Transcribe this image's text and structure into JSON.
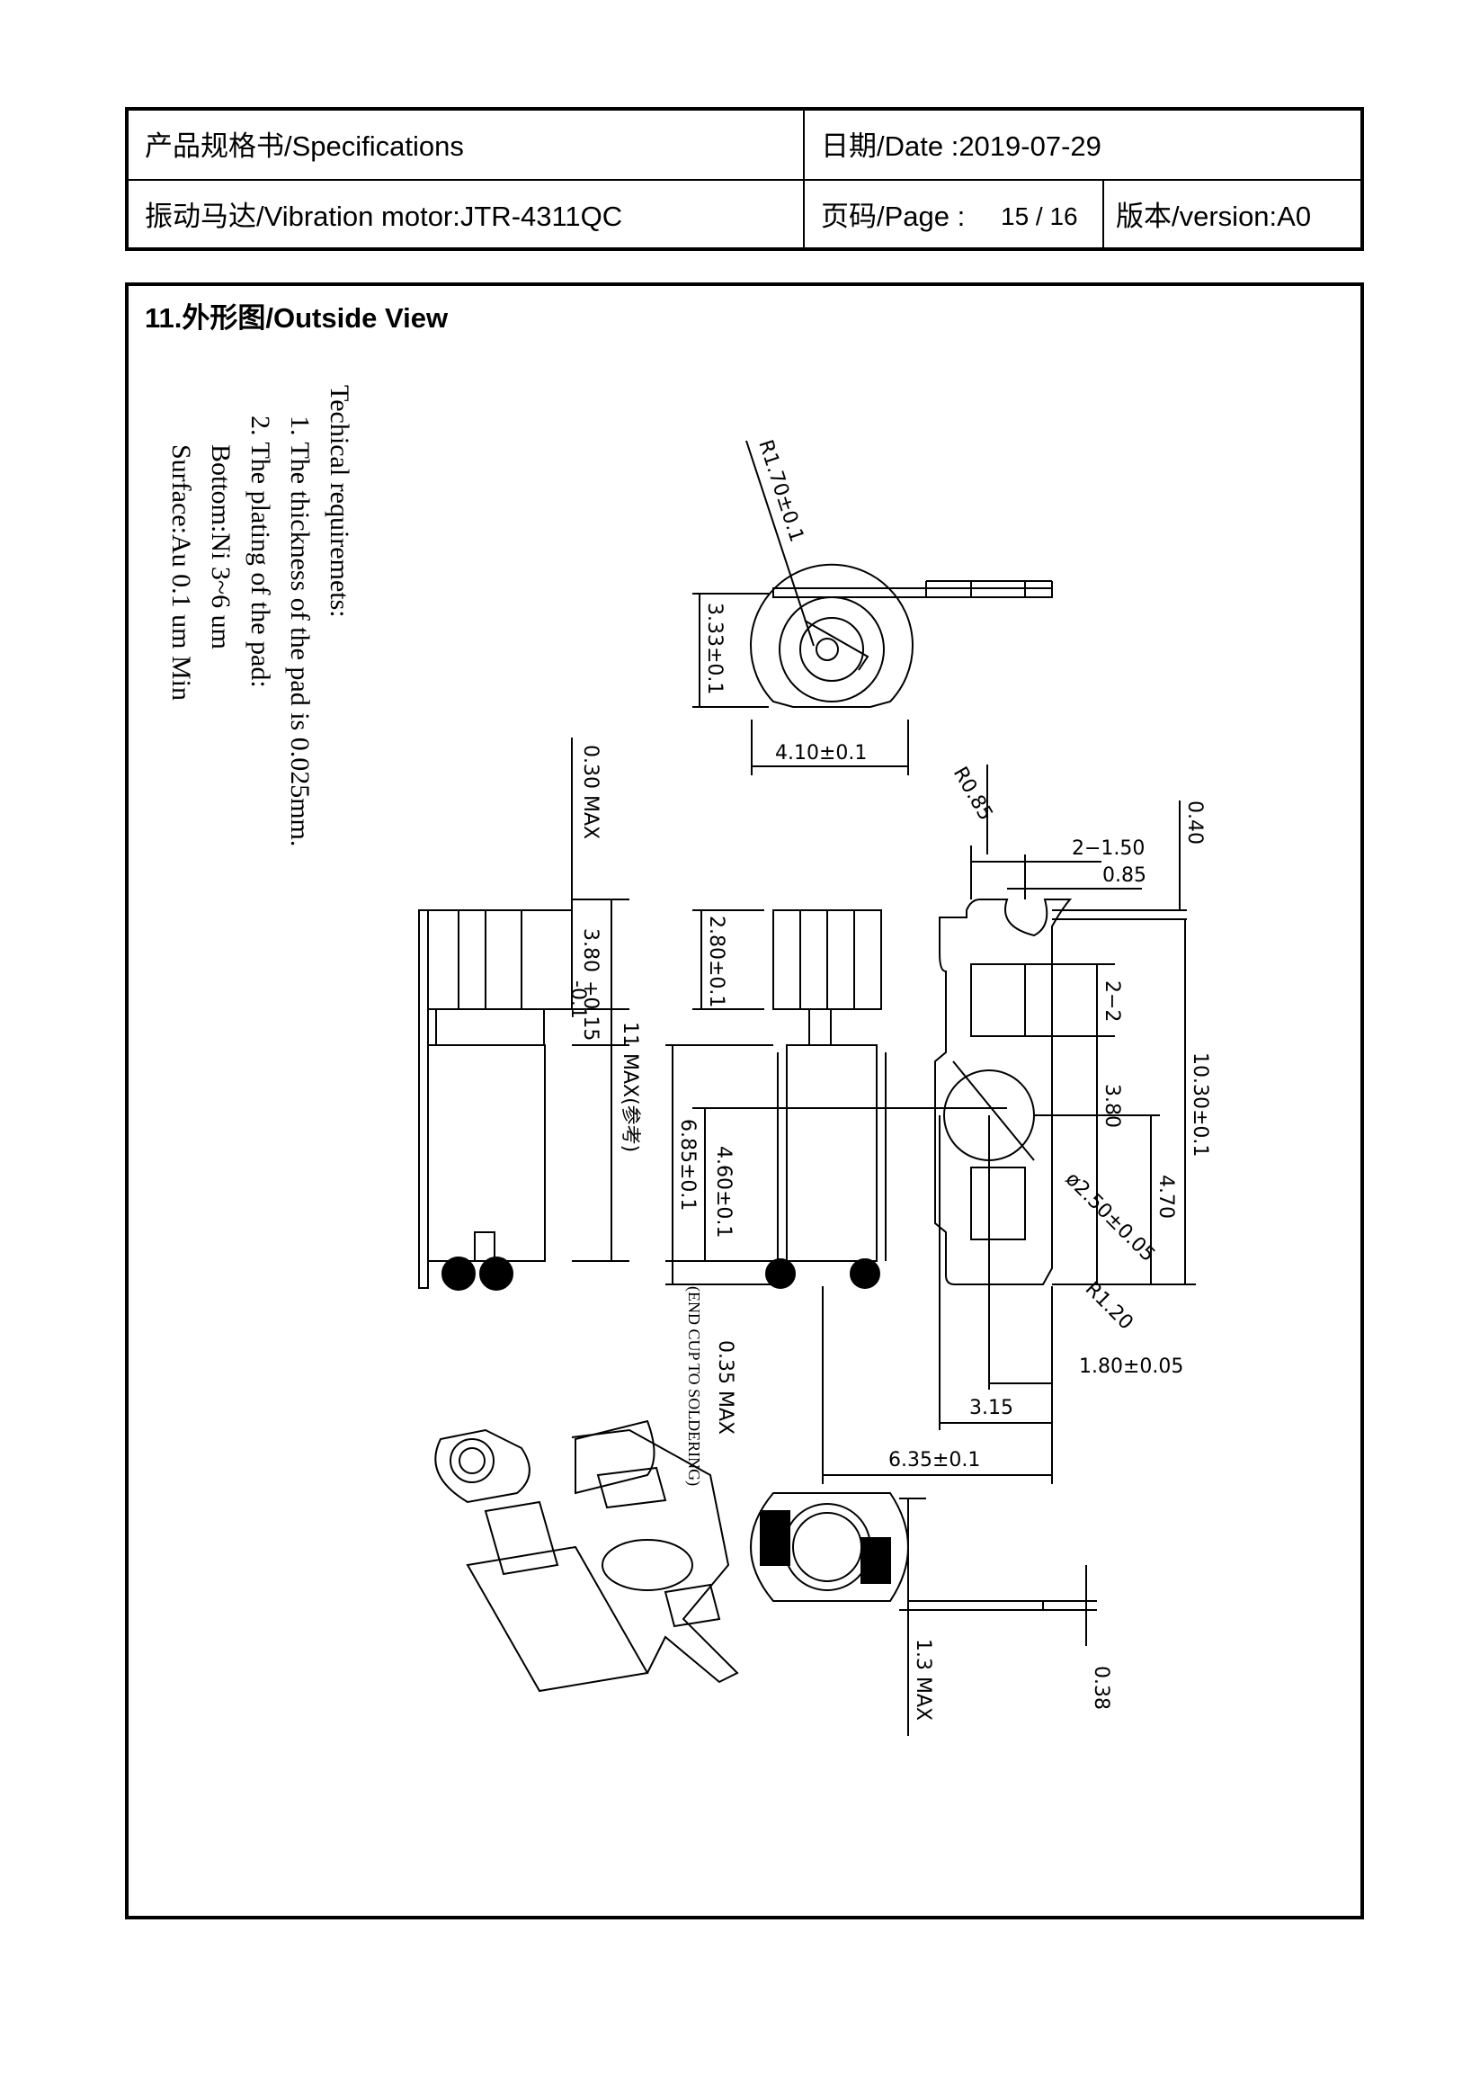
{
  "header": {
    "doc_title": "产品规格书/Specifications",
    "date": "日期/Date :2019-07-29",
    "product": "振动马达/Vibration motor:JTR-4311QC",
    "page_label": "页码/Page :",
    "page_value": "15 / 16",
    "version": "版本/version:A0"
  },
  "section": {
    "title": "11.外形图/Outside View"
  },
  "requirements": {
    "heading": "Techical requiremets:",
    "line1": "1. The thickness of the pad is 0.025mm.",
    "line2": "2. The plating of the pad:",
    "line3": "Bottom:Ni 3~6 um",
    "line4": "Surface:Au 0.1 um Min"
  },
  "dimensions": {
    "r170": "R1.70±0.1",
    "d333": "3.33±0.1",
    "d410": "4.10±0.1",
    "r085": "R0.85",
    "d040": "0.40",
    "d2150": "2−1.50",
    "d085": "0.85",
    "d22": "2−2",
    "d380": "3.80",
    "d1030": "10.30±0.1",
    "d470": "4.70",
    "phi250": "ø2.50±0.05",
    "r120": "R1.20",
    "d180": "1.80±0.05",
    "d315": "3.15",
    "d635": "6.35±0.1",
    "d030max": "0.30 MAX",
    "d380tol": "3.80",
    "tol_plus": "+0.15",
    "tol_minus": "-0.1",
    "d11max": "11 MAX(参考)",
    "d280": "2.80±0.1",
    "d685": "6.85±0.1",
    "d460": "4.60±0.1",
    "d035max": "0.35 MAX",
    "endcup": "(END CUP TO SOLDERING)",
    "d13max": "1.3 MAX",
    "d038": "0.38"
  }
}
